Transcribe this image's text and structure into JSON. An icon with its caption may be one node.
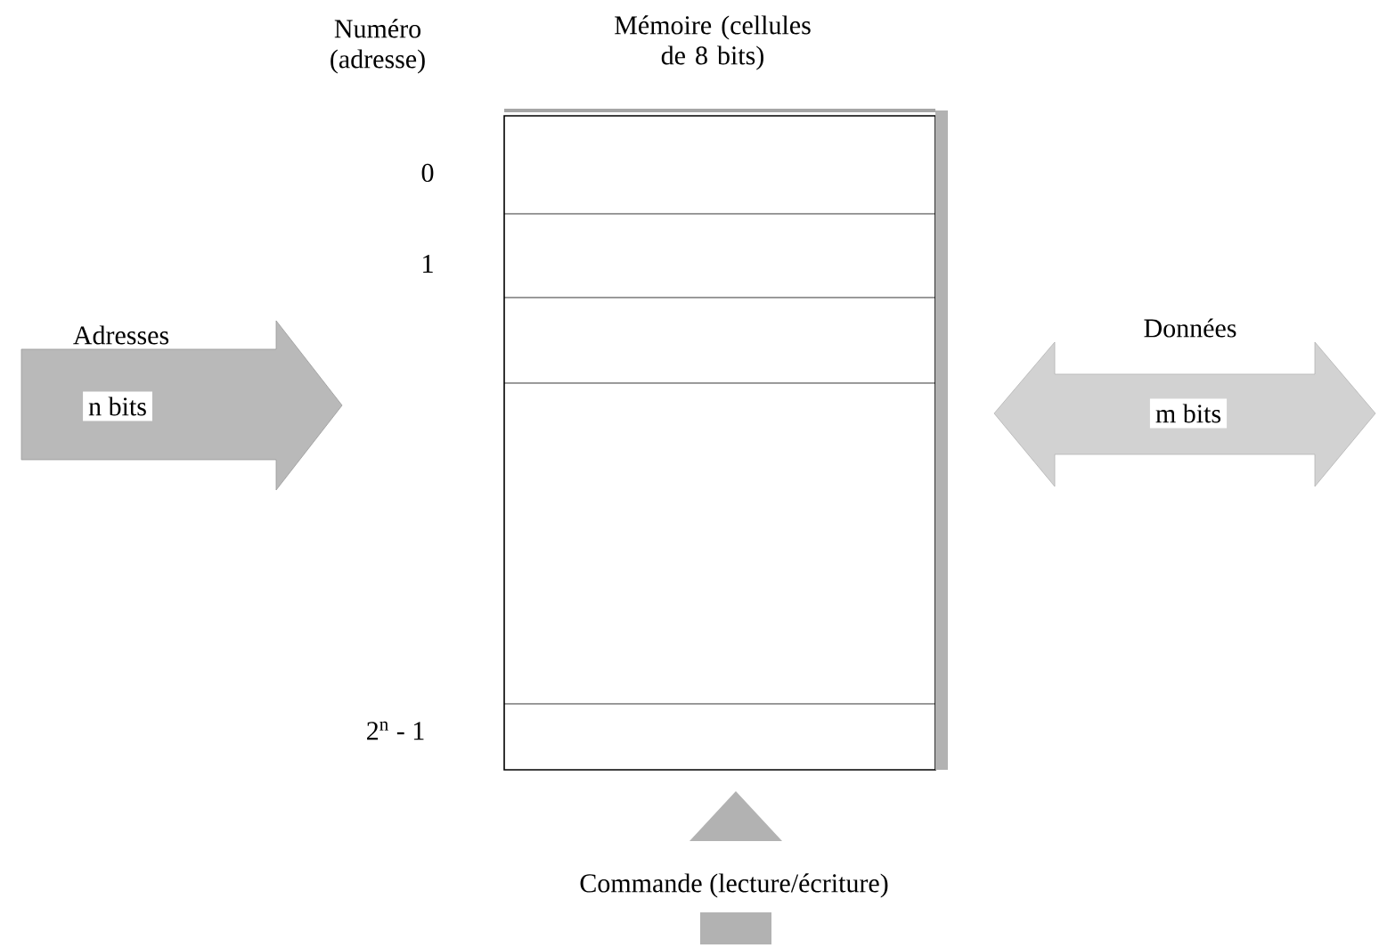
{
  "diagram": {
    "nodes": [
      {
        "text": [
          "Mémoire (cellules de 8 bits)"
        ]
      },
      {
        "text": [
          "Adresses",
          "n bits"
        ]
      },
      {
        "text": [
          "Données",
          "m bits"
        ]
      },
      {
        "text": [
          "Commande (lecture/écriture)"
        ]
      }
    ],
    "labels": [
      "Numéro (adresse)",
      "0",
      "1",
      "2$^{n}$ - 1"
    ]
  }
}
